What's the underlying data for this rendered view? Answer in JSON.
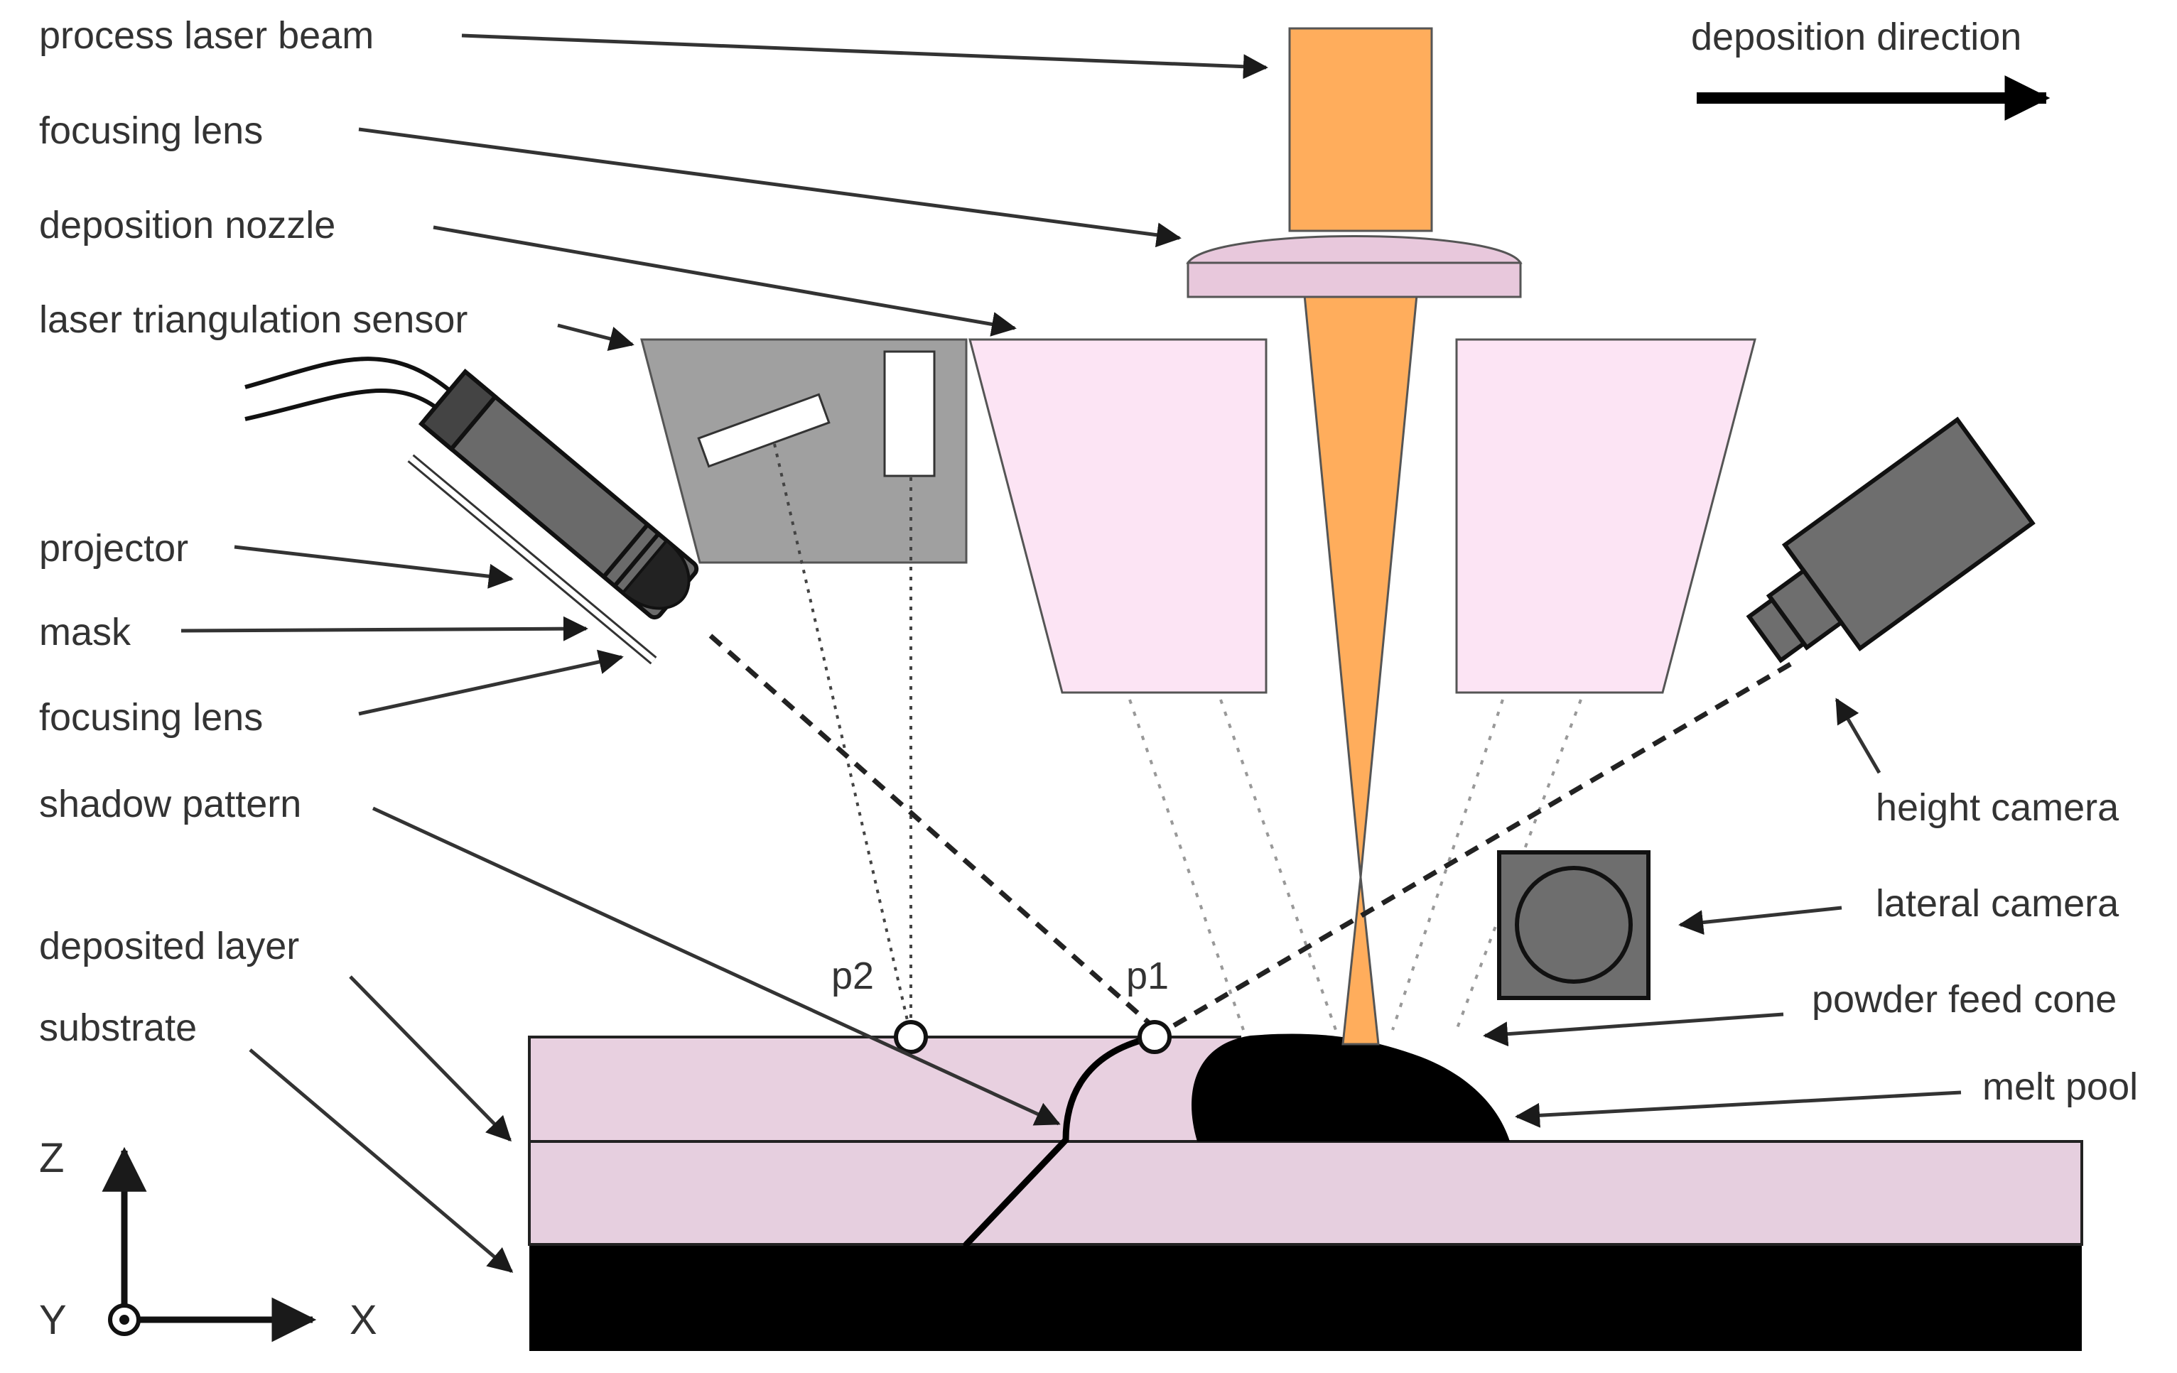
{
  "labels": {
    "process_laser_beam": "process laser beam",
    "focusing_lens_top": "focusing lens",
    "deposition_nozzle": "deposition nozzle",
    "laser_triangulation_sensor": "laser triangulation sensor",
    "projector": "projector",
    "mask": "mask",
    "focusing_lens_projector": "focusing lens",
    "shadow_pattern": "shadow pattern",
    "deposited_layer": "deposited layer",
    "substrate": "substrate",
    "deposition_direction": "deposition direction",
    "height_camera": "height camera",
    "lateral_camera": "lateral camera",
    "powder_feed_cone": "powder feed cone",
    "melt_pool": "melt pool"
  },
  "points": {
    "p1": "p1",
    "p2": "p2"
  },
  "axes": {
    "z": "Z",
    "x": "X",
    "y": "Y"
  },
  "colors": {
    "laser": "#FFAD5C",
    "lens": "#E8C8DC",
    "nozzle": "#FCE4F4",
    "layer": "#E8D0E0",
    "substrate_top": "#E6CFDF",
    "base": "#000000",
    "sensor_body": "#A0A0A0",
    "camera_body": "#6E6E6E",
    "line": "#2A2A2A"
  }
}
